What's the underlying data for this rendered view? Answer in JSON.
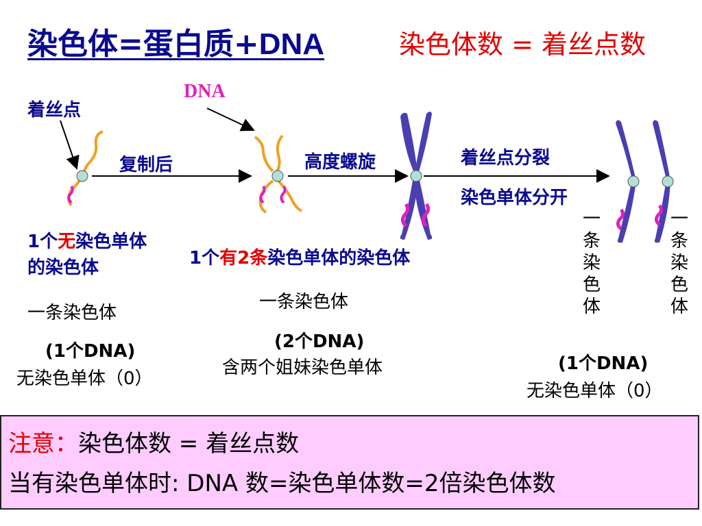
{
  "title": {
    "prefix": "染色体=蛋白质+",
    "dna": "DNA"
  },
  "formula": "染色体数 = 着丝点数",
  "labels": {
    "centromere": "着丝点",
    "dna": "DNA",
    "after_replication": "复制后",
    "high_coil": "高度螺旋",
    "centromere_split": "着丝点分裂",
    "chromatids_separate": "染色单体分开"
  },
  "stage1": {
    "line1_num": "1个",
    "line1_red": "无",
    "line1_rest": "染色单体",
    "line2": "的染色体",
    "one_chromosome": "一条染色体",
    "dna_count": "(1个DNA)",
    "no_chromatid": "无染色单体（0）"
  },
  "stage2": {
    "num": "1个",
    "red": "有2条",
    "rest": "染色单体的染色体",
    "one_chromosome": "一条染色体",
    "dna_count": "(2个DNA)",
    "sister": "含两个姐妹染色单体"
  },
  "stage3": {
    "vertical_left": "一条染色体",
    "vertical_right": "一条染色体",
    "dna_count": "(1个DNA)",
    "no_chromatid": "无染色单体（0）"
  },
  "note": {
    "label": "注意：",
    "line1": "染色体数 = 着丝点数",
    "line2": "当有染色单体时: DNA 数=染色单体数=2倍染色体数"
  },
  "colors": {
    "navy": "#0a0a8f",
    "red": "#e00000",
    "magenta": "#e020c0",
    "orange": "#f0a020",
    "chromosome": "#4a3fb0",
    "note_bg": "#ffccff"
  }
}
